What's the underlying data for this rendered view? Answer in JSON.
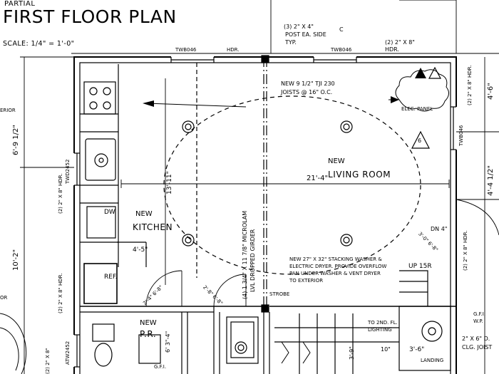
{
  "header": {
    "partial": "PARTIAL",
    "title": "FIRST FLOOR PLAN",
    "scale": "SCALE: 1/4\" = 1'-0\""
  },
  "rooms": {
    "living_new": "NEW",
    "living": "LIVING ROOM",
    "kitchen_new": "NEW",
    "kitchen": "KITCHEN",
    "pr_new": "NEW",
    "pr": "P.R."
  },
  "notes": {
    "post_1": "(3) 2\" X 4\"",
    "post_2": "POST EA. SIDE",
    "post_3": "TYP.",
    "hdr_top_1": "(2) 2\" X 8\"",
    "hdr_top_2": "HDR.",
    "joists_1": "NEW 9 1/2\" TJI 230",
    "joists_2": "JOISTS @ 16\" O.C.",
    "girder_1": "(4) 1 3/4\" X 11 7/8\" MICROLAM",
    "girder_2": "LVL DROPPED GIRDER",
    "dryer_1": "NEW 27\" X 32\" STACKING WASHER &",
    "dryer_2": "ELECTRIC DRYER. PROVIDE OVERFLOW",
    "dryer_3": "PAN UNDER WASHER & VENT DRYER",
    "dryer_4": "TO EXTERIOR",
    "elec_panel": "ELEC. PANEL",
    "strobe": "STROBE",
    "up": "UP 15R",
    "landing": "LANDING",
    "to_2nd_fl": "TO 2ND. FL.",
    "lighting": "LIGHTING",
    "clg_joist_1": "2\" X 6\" D.",
    "clg_joist_2": "CLG. JOIST",
    "gfi_1": "G.F.I.",
    "gfi_2": "W.P.",
    "ref": "REF.",
    "dw": "DW",
    "gfi_pr": "G.F.I.",
    "erior": "ERIOR",
    "or": "OR"
  },
  "windows": {
    "top_left": "TWB046",
    "top_hdr": "HDR.",
    "top_right": "TWB046",
    "right": "TWB046",
    "left_kitchen": "TWD2452",
    "left_bottom": "ATW2452"
  },
  "dims": {
    "d_21_4": "21'-4\"",
    "d_13_11": "13'-11\"",
    "d_4_5": "4'-5\"",
    "d_6_9_5": "6'-9 1/2\"",
    "d_10_2": "10'-2\"",
    "d_4_6": "4'-6\"",
    "d_4_12": "4'-4 1/2\"",
    "d_3_9": "3'-9\"",
    "d_10": "10\"",
    "d_3_6": "3'-6\"",
    "d_2_4_68": "2'-4\" 6'-8\"",
    "d_2_8_68": "2'-8\" 6'-8\"",
    "d_3_0_68": "3'-0\" 6'-8\"",
    "d_6_3_4": "6' 3\"-4\"",
    "hdr_left_a": "(2) 2\" X 8\" HDR.",
    "hdr_left_b": "(2) 2\" X 8\" HDR.",
    "hdr_left_c": "(2) 2\" X 8\"",
    "hdr_right_a": "(2) 2\" X 8\" HDR.",
    "hdr_right_b": "(2) 2\" X 8\" HDR.",
    "dn": "DN 4\"",
    "tag_6": "6",
    "cl": "C"
  }
}
